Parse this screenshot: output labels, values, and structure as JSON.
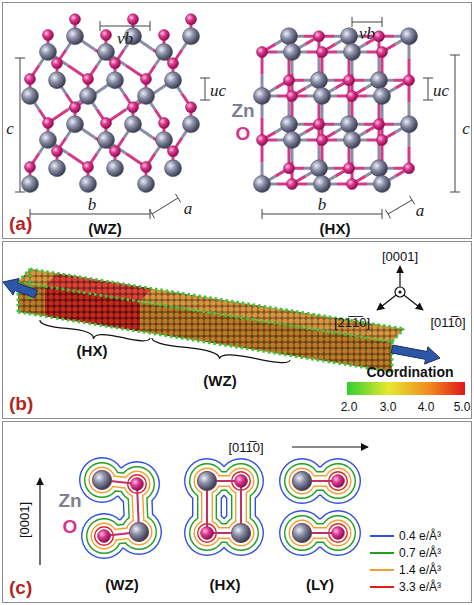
{
  "diagram": {
    "nodes": [
      {
        "text": [
          "(a)"
        ]
      },
      {
        "text": [
          "(b)"
        ]
      },
      {
        "text": [
          "(c)"
        ]
      }
    ],
    "labels": [
      "vb",
      "uc",
      "c",
      "b",
      "a",
      "(WZ)",
      "Zn",
      "O",
      "vb",
      "uc",
      "c",
      "b",
      "a",
      "(HX)",
      "(HX)",
      "(WZ)",
      "[0001]",
      "[21̅1̅0]",
      "[011̅0]",
      "Coordination",
      "2.0",
      "3.0",
      "4.0",
      "5.0",
      "[011̅0]",
      "[0001]",
      "Zn",
      "O",
      "(WZ)",
      "(HX)",
      "(LY)"
    ],
    "legend": [
      {
        "text": "0.4 e/Å³"
      },
      {
        "text": "0.7 e/Å³"
      },
      {
        "text": "1.4 e/Å³"
      },
      {
        "text": "3.3 e/Å³"
      }
    ]
  }
}
